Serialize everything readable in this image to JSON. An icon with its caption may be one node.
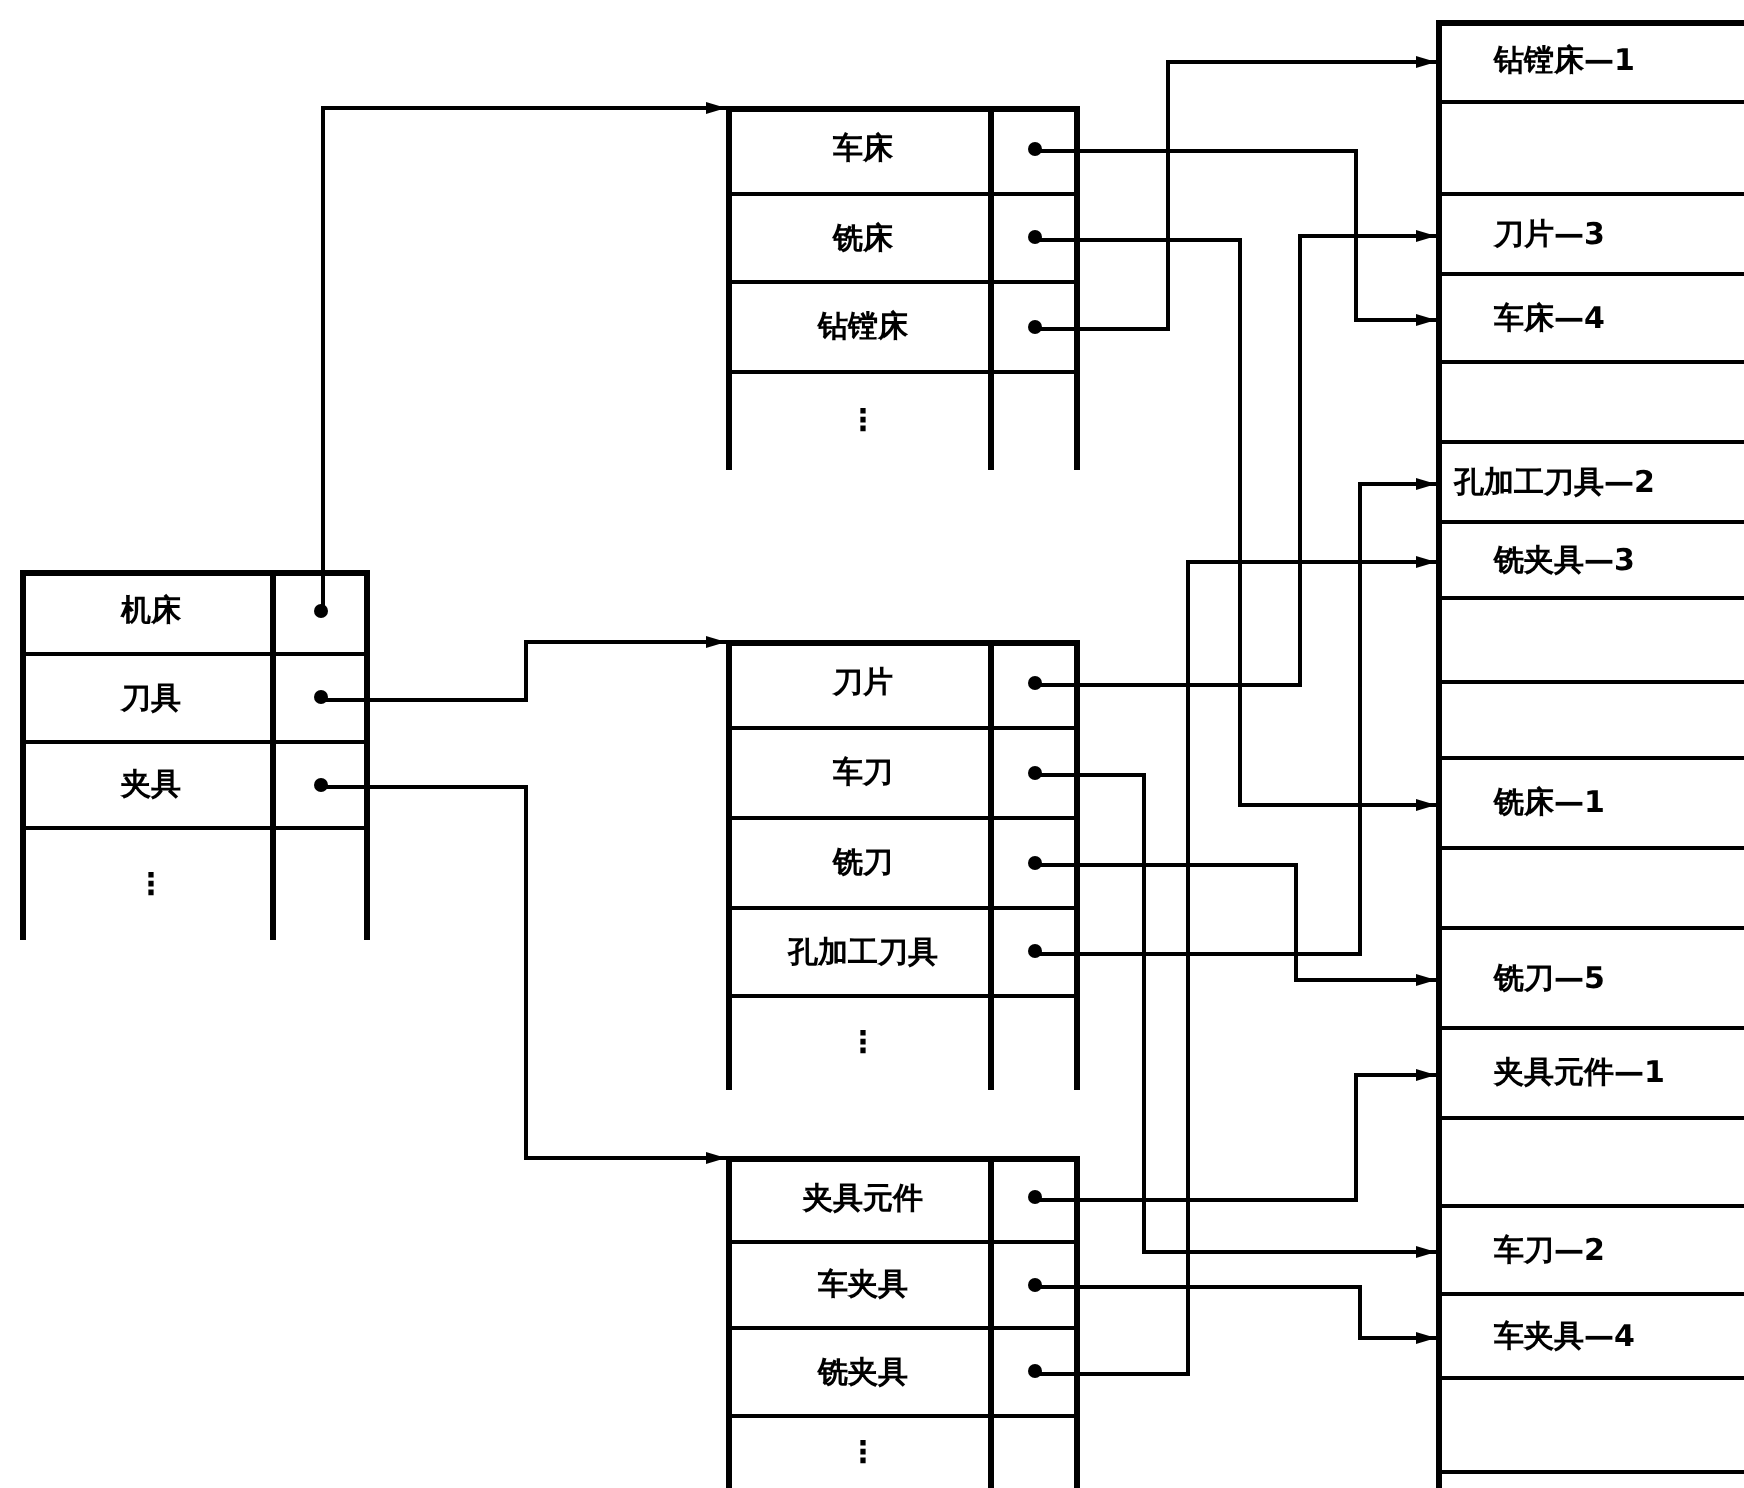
{
  "diagram": {
    "nodes": [
      {
        "text": [],
        "shape": "box"
      },
      {
        "text": [
          "机床"
        ],
        "in": 0
      },
      {
        "text": [
          "刀具"
        ],
        "in": 0
      },
      {
        "text": [
          "夹具"
        ],
        "in": 0
      },
      {
        "text": [
          "⋮"
        ],
        "in": 0
      },
      {
        "text": [],
        "shape": "box"
      },
      {
        "text": [
          "车床"
        ],
        "in": 5
      },
      {
        "text": [
          "铣床"
        ],
        "in": 5
      },
      {
        "text": [
          "钻镗床"
        ],
        "in": 5
      },
      {
        "text": [
          "⋮"
        ],
        "in": 5
      },
      {
        "text": [],
        "shape": "box"
      },
      {
        "text": [
          "刀片"
        ],
        "in": 10
      },
      {
        "text": [
          "车刀"
        ],
        "in": 10
      },
      {
        "text": [
          "铣刀"
        ],
        "in": 10
      },
      {
        "text": [
          "孔加工刀具"
        ],
        "in": 10
      },
      {
        "text": [
          "⋮"
        ],
        "in": 10
      },
      {
        "text": [],
        "shape": "box"
      },
      {
        "text": [
          "夹具元件"
        ],
        "in": 16
      },
      {
        "text": [
          "车夹具"
        ],
        "in": 16
      },
      {
        "text": [
          "铣夹具"
        ],
        "in": 16
      },
      {
        "text": [
          "⋮"
        ],
        "in": 16
      },
      {
        "text": [],
        "shape": "box"
      },
      {
        "text": [
          "钻镗床—1"
        ],
        "in": 21
      },
      {
        "text": [],
        "shape": "box",
        "in": 21
      },
      {
        "text": [
          "刀片—3"
        ],
        "in": 21
      },
      {
        "text": [
          "车床—4"
        ],
        "in": 21
      },
      {
        "text": [],
        "shape": "box",
        "in": 21
      },
      {
        "text": [
          "孔加工刀具—2"
        ],
        "in": 21
      },
      {
        "text": [
          "铣夹具—3"
        ],
        "in": 21
      },
      {
        "text": [],
        "shape": "box",
        "in": 21
      },
      {
        "text": [],
        "shape": "box",
        "in": 21
      },
      {
        "text": [
          "铣床—1"
        ],
        "in": 21
      },
      {
        "text": [],
        "shape": "box",
        "in": 21
      },
      {
        "text": [
          "铣刀—5"
        ],
        "in": 21
      },
      {
        "text": [
          "夹具元件—1"
        ],
        "in": 21
      },
      {
        "text": [],
        "shape": "box",
        "in": 21
      },
      {
        "text": [
          "车刀—2"
        ],
        "in": 21
      },
      {
        "text": [
          "车夹具—4"
        ],
        "in": 21
      },
      {
        "text": [],
        "shape": "box",
        "in": 21
      }
    ],
    "edges": [
      {
        "from": 1,
        "to": 5,
        "arrow": "to"
      },
      {
        "from": 2,
        "to": 10,
        "arrow": "to"
      },
      {
        "from": 3,
        "to": 16,
        "arrow": "to"
      },
      {
        "from": 6,
        "to": 25,
        "arrow": "to"
      },
      {
        "from": 7,
        "to": 31,
        "arrow": "to"
      },
      {
        "from": 8,
        "to": 22,
        "arrow": "to"
      },
      {
        "from": 11,
        "to": 24,
        "arrow": "to"
      },
      {
        "from": 12,
        "to": 36,
        "arrow": "to"
      },
      {
        "from": 13,
        "to": 33,
        "arrow": "to"
      },
      {
        "from": 14,
        "to": 27,
        "arrow": "to"
      },
      {
        "from": 17,
        "to": 34,
        "arrow": "to"
      },
      {
        "from": 18,
        "to": 37,
        "arrow": "to"
      },
      {
        "from": 19,
        "to": 28,
        "arrow": "to"
      }
    ]
  }
}
